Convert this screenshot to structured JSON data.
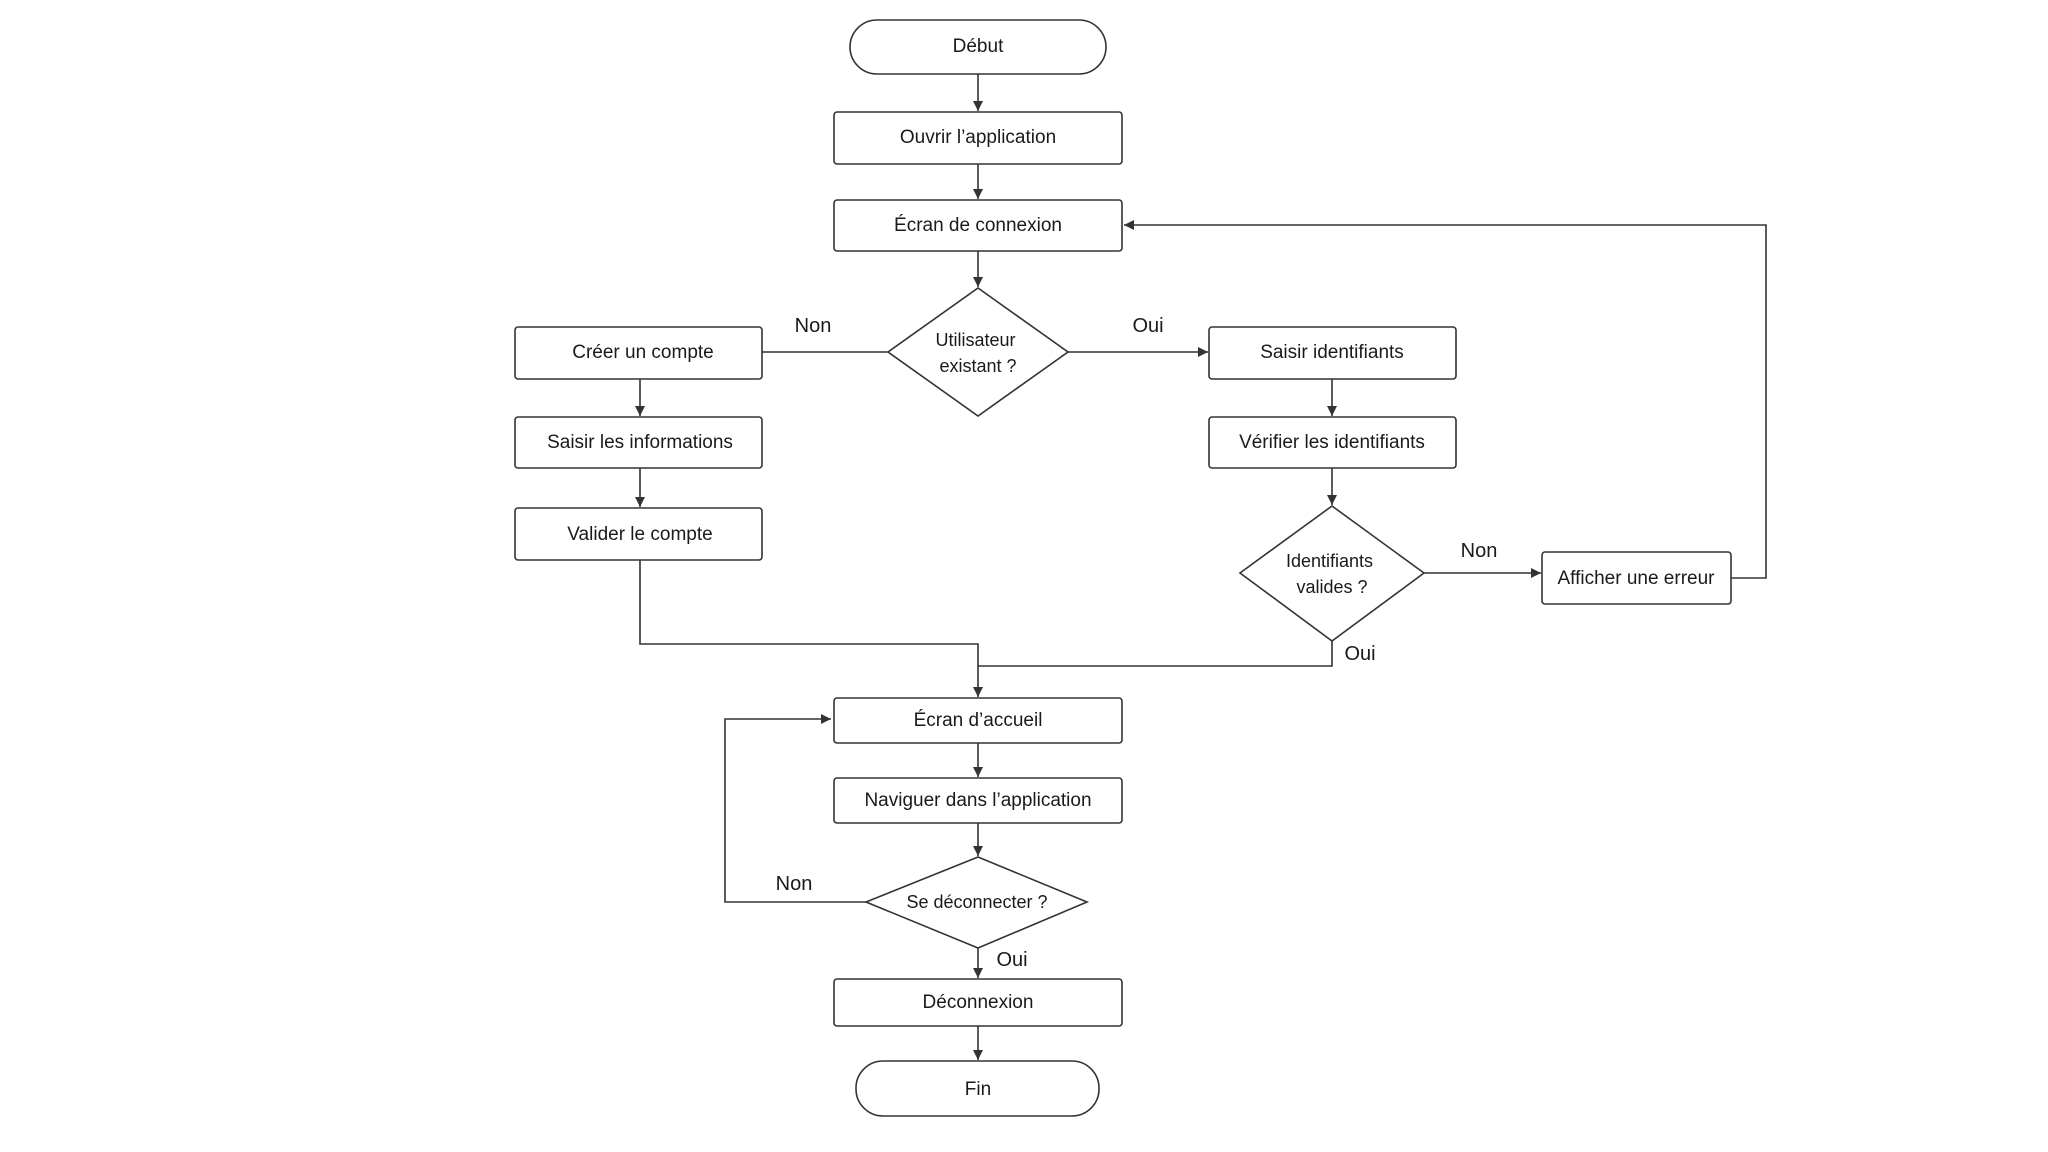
{
  "nodes": {
    "start": "Début",
    "open_app": "Ouvrir l’application",
    "login_screen": "Écran de connexion",
    "existing_user": [
      "Utilisateur",
      "existant ?"
    ],
    "create_account": "Créer un compte",
    "enter_information": "Saisir les informations",
    "validate_account": "Valider le compte",
    "enter_credentials": "Saisir identifiants",
    "verify_credentials": "Vérifier les identifiants",
    "valid_credentials": [
      "Identifiants",
      "valides ?"
    ],
    "show_error": "Afficher une erreur",
    "home_screen": "Écran d’accueil",
    "navigate_app": "Naviguer dans l’application",
    "logout_question": "Se déconnecter ?",
    "logout": "Déconnexion",
    "end": "Fin"
  },
  "edge_labels": {
    "existing_no": "Non",
    "existing_yes": "Oui",
    "valid_no": "Non",
    "valid_yes": "Oui",
    "logout_no": "Non",
    "logout_yes": "Oui"
  }
}
